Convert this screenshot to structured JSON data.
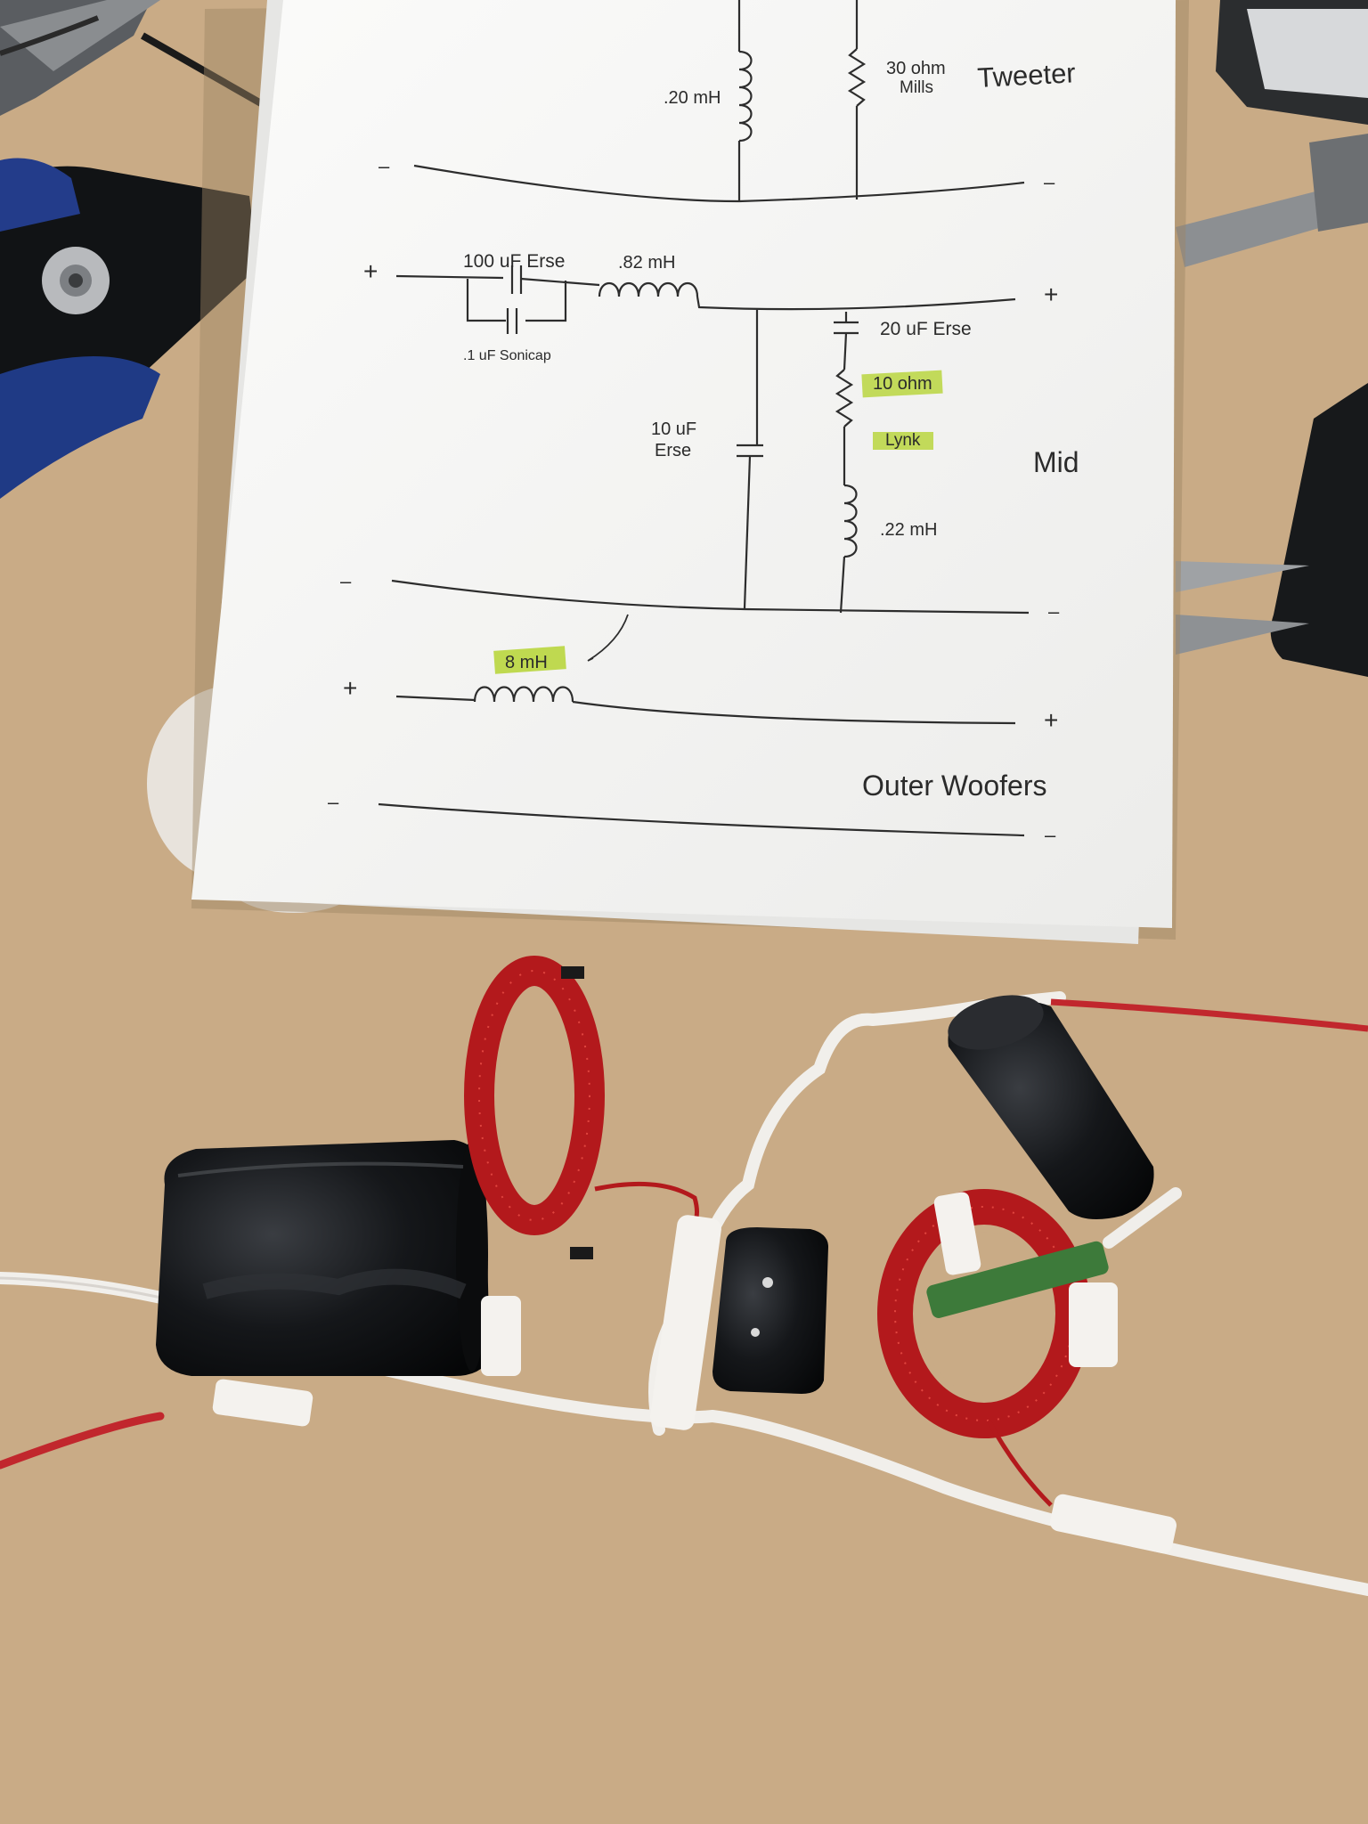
{
  "schematic": {
    "tweeter": {
      "section_label": "Tweeter",
      "inductor": ".20 mH",
      "resistor_value": "30 ohm",
      "resistor_brand": "Mills",
      "minus_left": "–",
      "minus_right": "–"
    },
    "mid": {
      "section_label": "Mid",
      "series_cap": "100 uF Erse",
      "bypass_cap": ".1 uF Sonicap",
      "series_inductor": ".82 mH",
      "shunt_cap_value": "10 uF",
      "shunt_cap_brand": "Erse",
      "notch_cap": "20 uF Erse",
      "notch_resistor_value": "10 ohm",
      "notch_resistor_brand": "Lynk",
      "notch_inductor": ".22 mH",
      "plus_left": "+",
      "plus_right": "+",
      "minus_left": "–",
      "minus_right": "–"
    },
    "woofers": {
      "section_label": "Outer Woofers",
      "inductor": "8 mH",
      "plus_left": "+",
      "plus_right": "+",
      "minus_left": "–",
      "minus_right": "–"
    }
  },
  "colors": {
    "board": "#c9ab86",
    "paper": "#f6f6f4",
    "highlight": "#b5d334",
    "copper_wire": "#b3191c",
    "capacitor": "#15171a",
    "resistor": "#3d7a3a"
  }
}
